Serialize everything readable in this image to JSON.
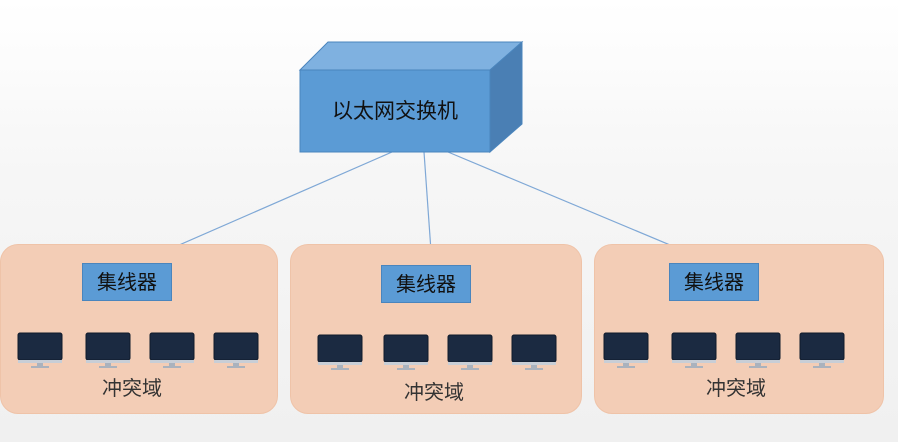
{
  "switch": {
    "label": "以太网交换机"
  },
  "domains": [
    {
      "hub_label": "集线器",
      "domain_label": "冲突域",
      "computers": 4
    },
    {
      "hub_label": "集线器",
      "domain_label": "冲突域",
      "computers": 4
    },
    {
      "hub_label": "集线器",
      "domain_label": "冲突域",
      "computers": 4
    }
  ],
  "colors": {
    "switch_front": "#5b9bd5",
    "switch_top": "#7fb1e0",
    "switch_side": "#4a7fb4",
    "hub": "#5b9bd5",
    "domain_bg": "#f3cdb6",
    "link": "#7fa8d6",
    "screen": "#1b2a41"
  }
}
